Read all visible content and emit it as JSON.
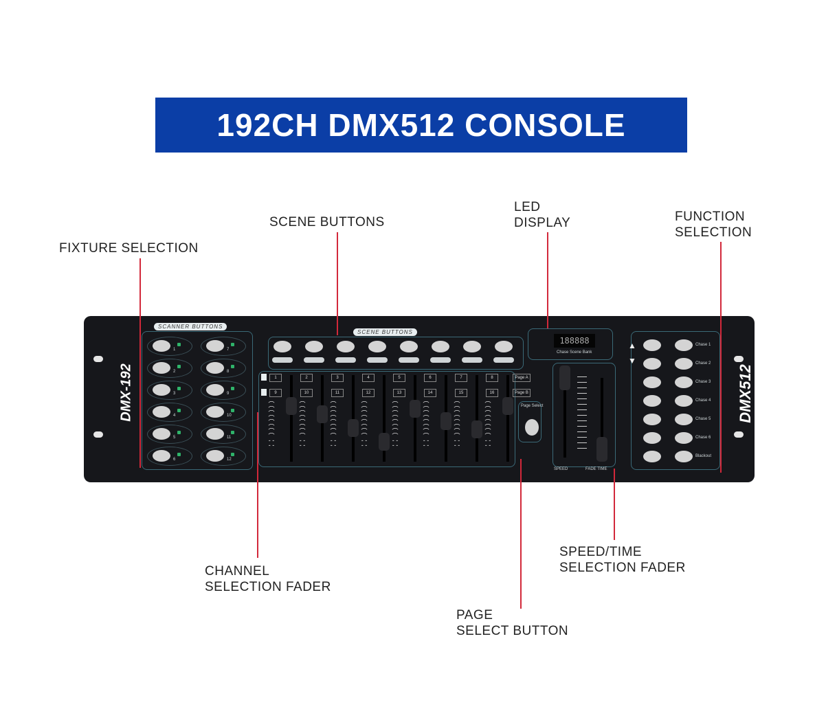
{
  "title": "192CH DMX512 CONSOLE",
  "callouts": {
    "fixture_selection": "FIXTURE SELECTION",
    "scene_buttons": "SCENE BUTTONS",
    "led_display": "LED\nDISPLAY",
    "function_selection": "FUNCTION\nSELECTION",
    "channel_fader": "CHANNEL\nSELECTION FADER",
    "page_select": "PAGE\nSELECT BUTTON",
    "speed_time": "SPEED/TIME\nSELECTION FADER"
  },
  "panel": {
    "left_model": "DMX-192",
    "right_model": "DMX512",
    "scanner_tag": "SCANNER BUTTONS",
    "scene_tag": "SCENE BUTTONS",
    "scanner_numbers": [
      "1",
      "2",
      "3",
      "4",
      "5",
      "6",
      "7",
      "8",
      "9",
      "10",
      "11",
      "12"
    ],
    "channels_a": [
      "1",
      "2",
      "3",
      "4",
      "5",
      "6",
      "7",
      "8"
    ],
    "channels_b": [
      "9",
      "10",
      "11",
      "12",
      "13",
      "14",
      "15",
      "16"
    ],
    "page_a": "Page A",
    "page_b": "Page B",
    "page_select": "Page Select",
    "display_digits": "188888",
    "display_labels": "Chase  Scene  Bank",
    "speed": "SPEED",
    "fade_time": "FADE TIME",
    "chase_labels": [
      "Chase 1",
      "Chase 2",
      "Chase 3",
      "Chase 4",
      "Chase 5",
      "Chase 6",
      "Blackout"
    ]
  }
}
